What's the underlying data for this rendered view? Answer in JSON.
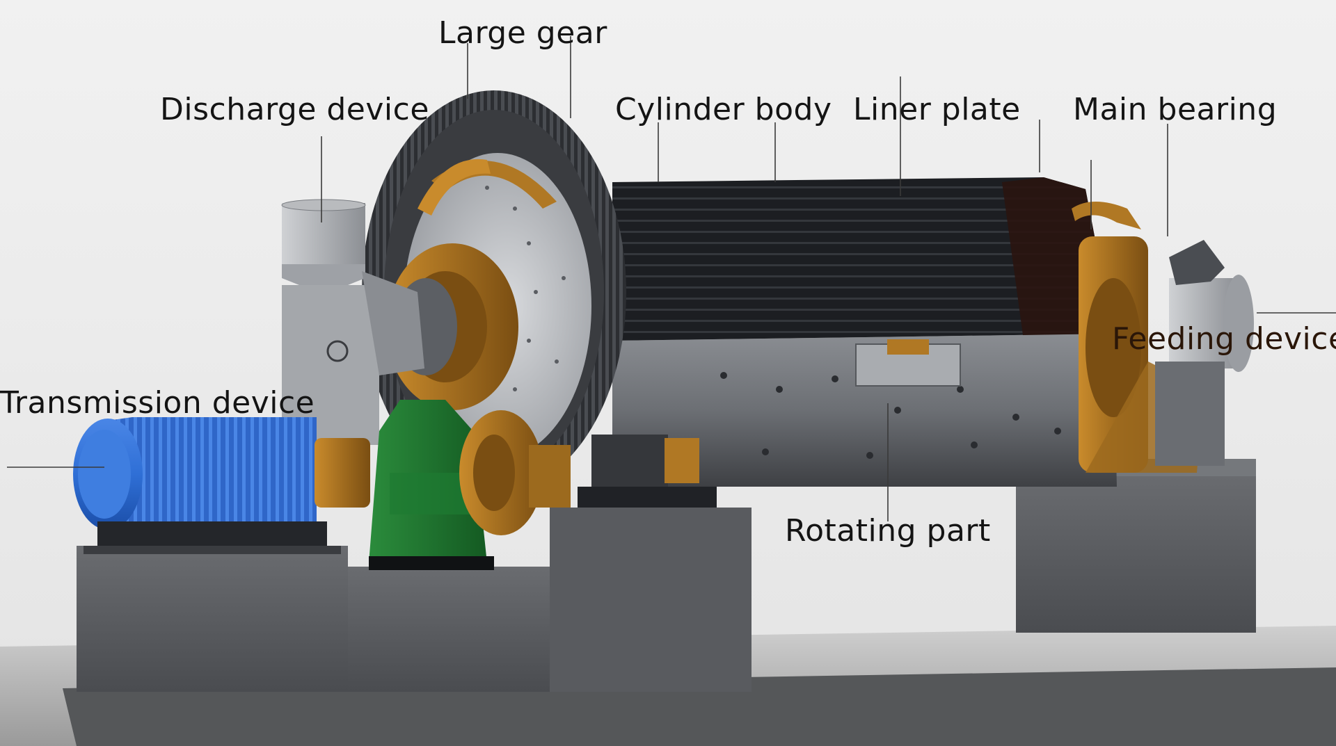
{
  "labels": {
    "large_gear": "Large gear",
    "discharge_device": "Discharge device",
    "cylinder_body": "Cylinder body",
    "liner_plate": "Liner plate",
    "main_bearing": "Main bearing",
    "transmission_device": "Transmission device",
    "feeding_device": "Feeding device",
    "rotating_part": "Rotating part"
  },
  "colors": {
    "motor": "#2f6fd6",
    "gearbox": "#1e7a32",
    "bronze": "#b07824",
    "shell": "#6b6e72",
    "liner": "#1a1c20",
    "base": "#5c5e62"
  }
}
